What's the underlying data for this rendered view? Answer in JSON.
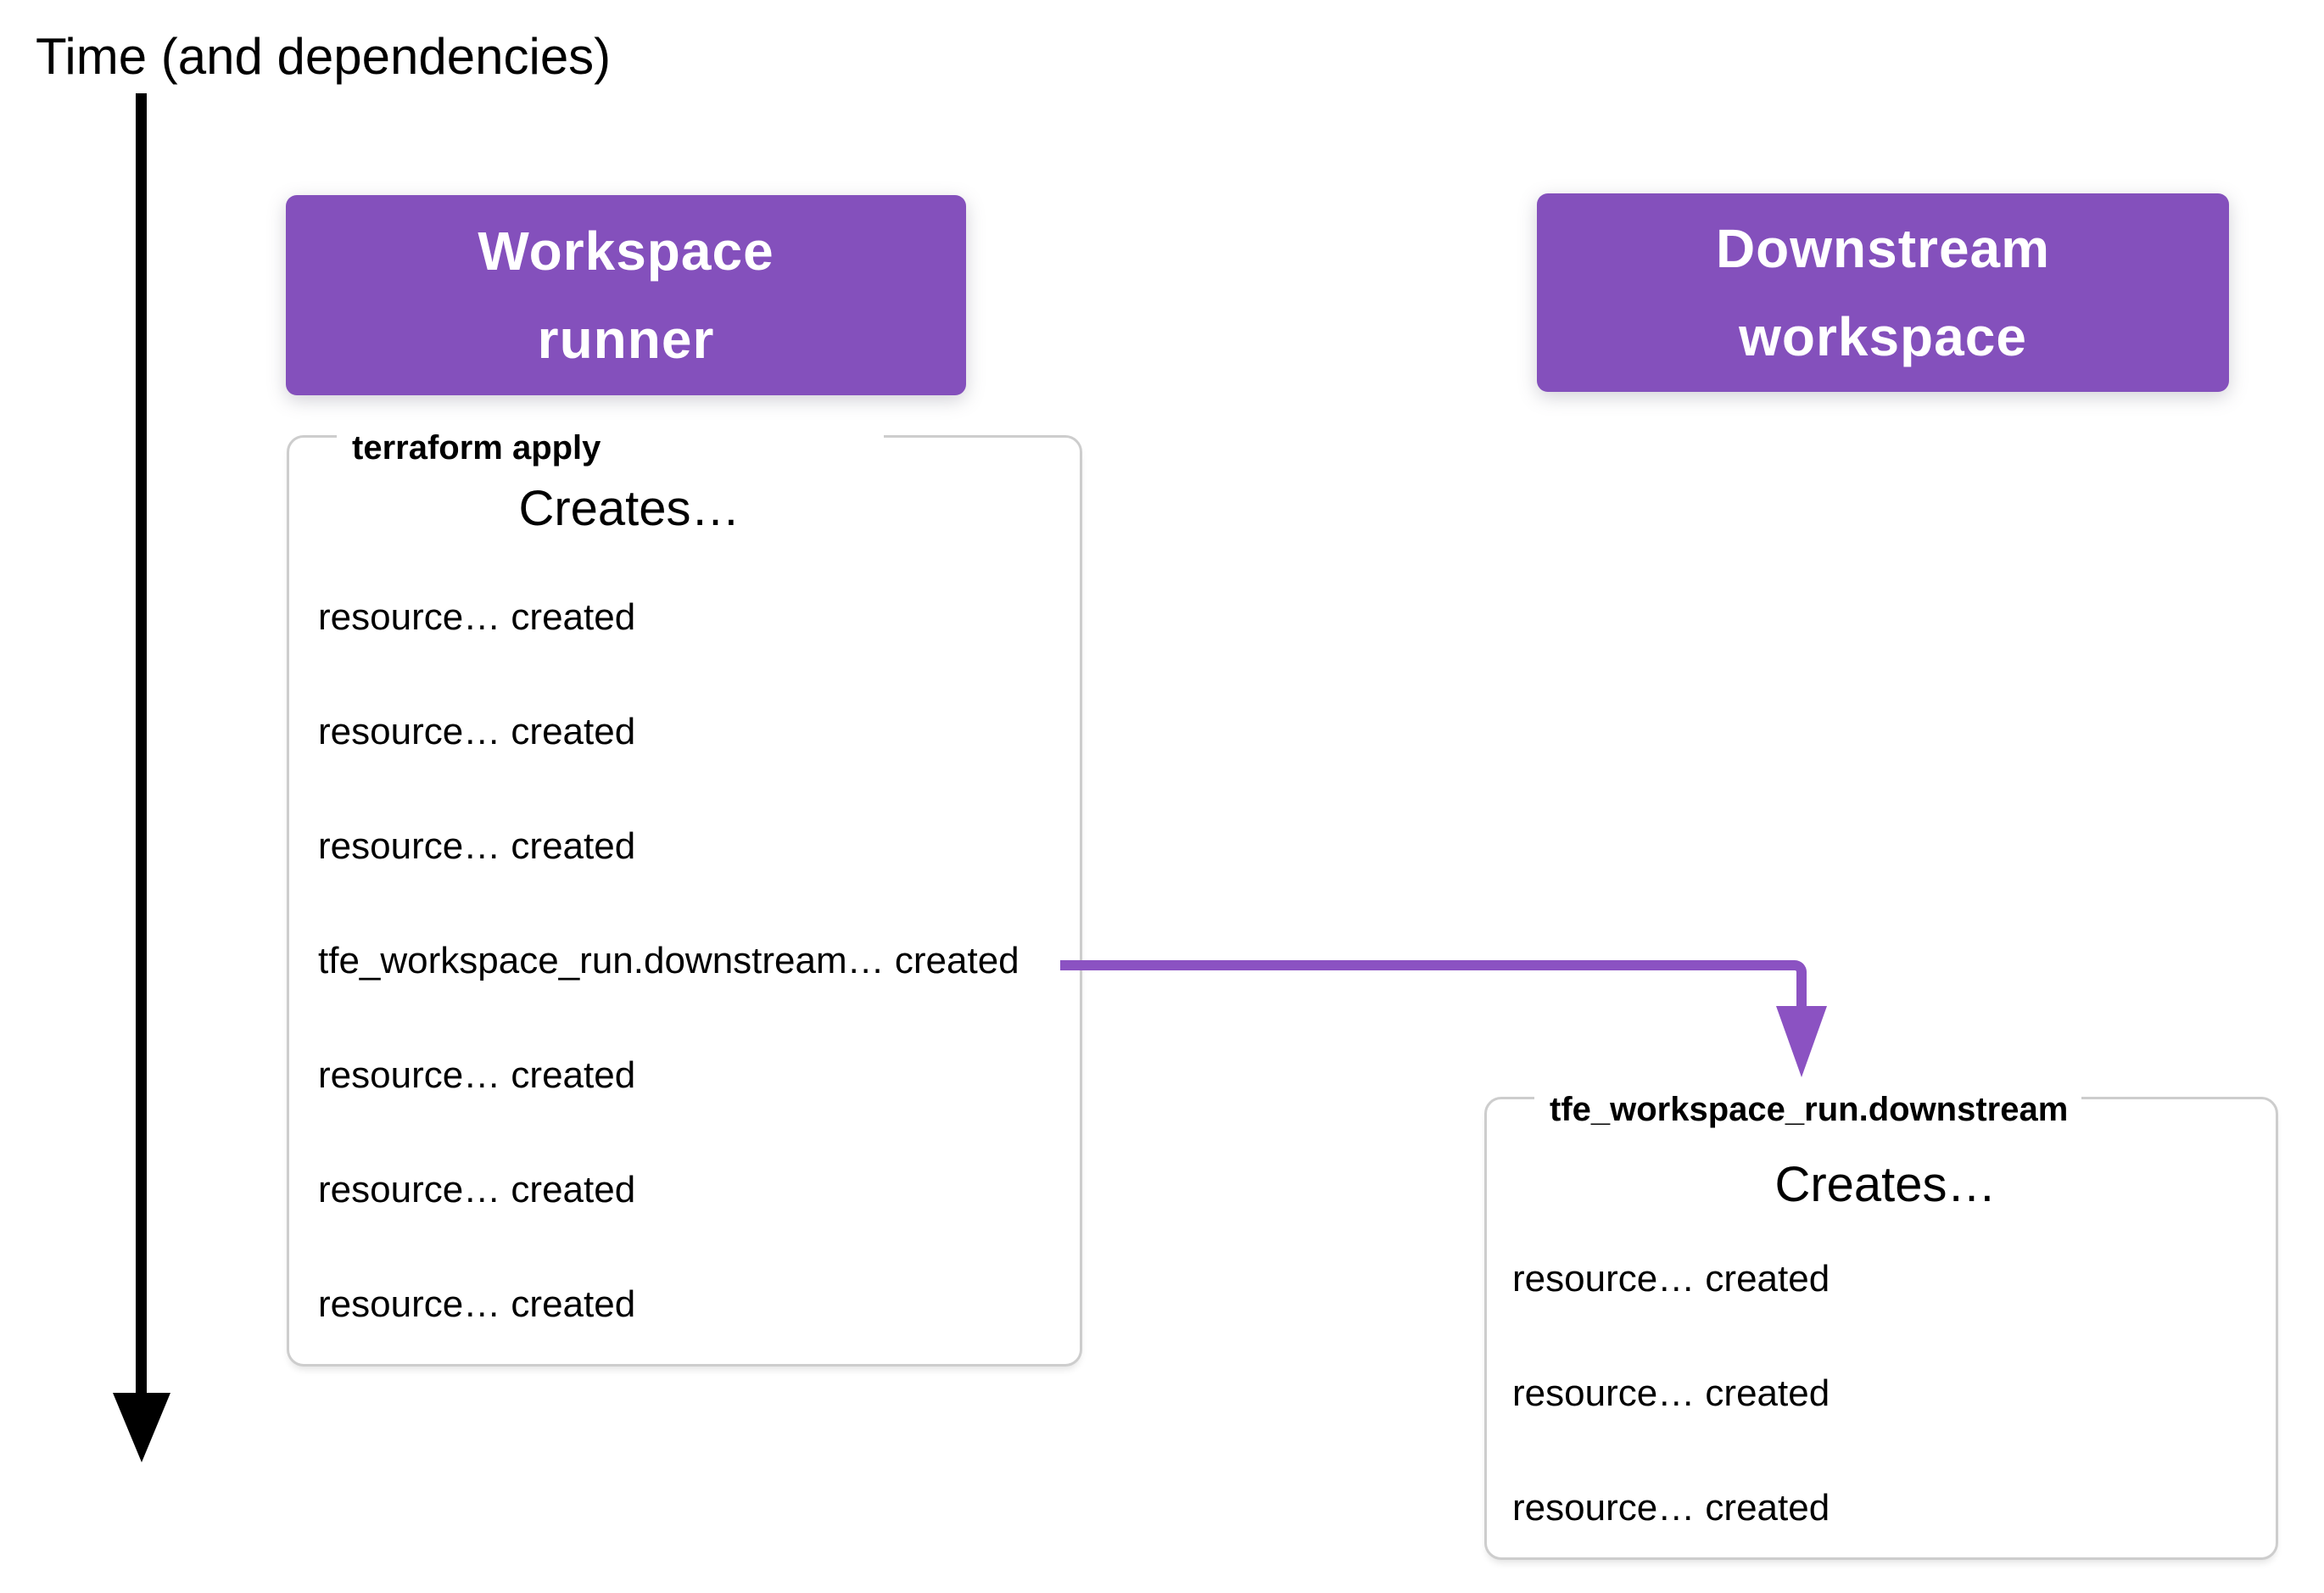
{
  "title": "Time (and dependencies)",
  "colors": {
    "header_box_purple": "#8450BC",
    "arrow_purple": "#8B52C2",
    "panel_border_gray": "#CDCDCD",
    "text_black": "#000000",
    "header_text_white": "#FFFFFF"
  },
  "headers": [
    {
      "name": "workspace-runner",
      "line1": "Workspace",
      "line2": "runner"
    },
    {
      "name": "downstream-workspace",
      "line1": "Downstream",
      "line2": "workspace"
    }
  ],
  "panels": [
    {
      "legend": "terraform apply",
      "heading": "Creates…",
      "items": [
        "resource… created",
        "resource… created",
        "resource… created",
        "tfe_workspace_run.downstream… created",
        "resource… created",
        "resource… created",
        "resource… created"
      ]
    },
    {
      "legend": "tfe_workspace_run.downstream",
      "heading": "Creates…",
      "items": [
        "resource… created",
        "resource… created",
        "resource… created"
      ]
    }
  ]
}
